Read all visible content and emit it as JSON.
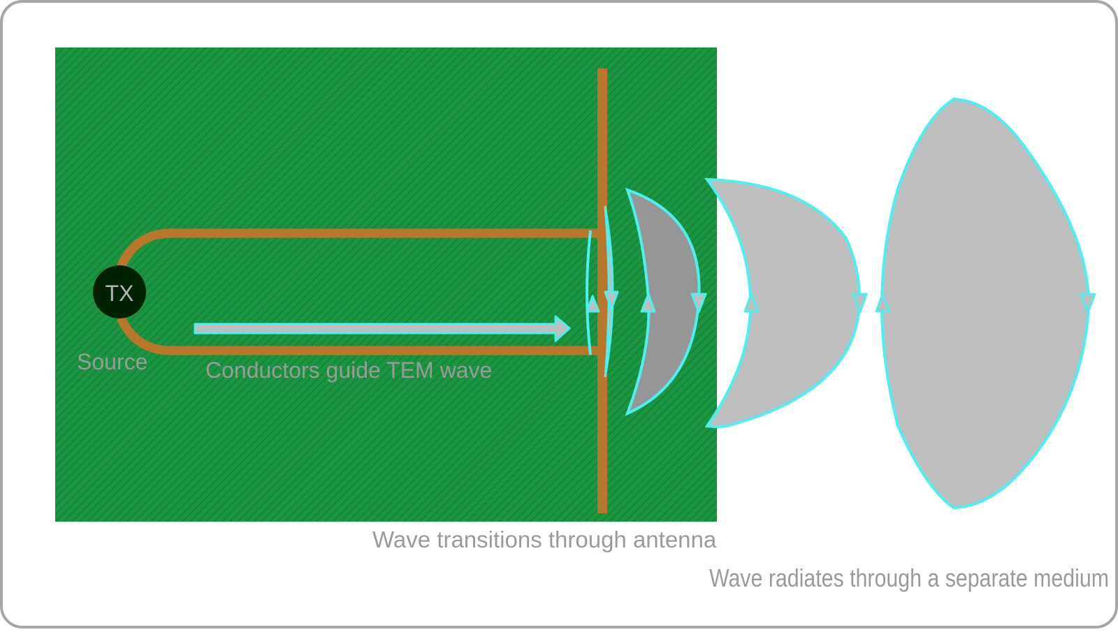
{
  "labels": {
    "tx": "TX",
    "source": "Source",
    "guide": "Conductors guide TEM wave",
    "transition": "Wave transitions through antenna",
    "radiate": "Wave radiates through a separate medium"
  },
  "colors": {
    "background": "#ffffff",
    "frame": "#a6a6a6",
    "board": "#1b9640",
    "board_hatch": "#187f38",
    "conductor": "#b8772b",
    "tx_fill": "#002200",
    "wave_stroke": "#4cf0f2",
    "wave_fill_light": "#bebebe",
    "wave_fill_dark": "#969696",
    "label_text": "#9a9a9a"
  },
  "icons": {
    "source": "tx-circle",
    "guided_wave": "right-arrow",
    "field_direction": "triangle-arrowhead"
  }
}
